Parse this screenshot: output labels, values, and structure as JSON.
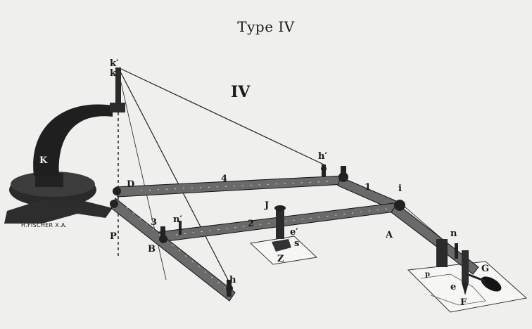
{
  "title": "Type IV",
  "roman_numeral": "IV",
  "maker_mark": "H.FISCHER X.A.",
  "labels": {
    "k_prime": "k′",
    "k": "k",
    "K": "K",
    "D": "D",
    "P": "P",
    "B": "B",
    "three": "3",
    "n_prime": "n′",
    "two": "2",
    "four": "4",
    "one": "1",
    "h_prime": "h′",
    "h": "h",
    "J": "J",
    "e_prime": "e′",
    "s": "s",
    "Z": "Z",
    "A": "A",
    "i": "i",
    "n": "n",
    "G": "G",
    "e": "e",
    "F": "F",
    "p": "p"
  }
}
